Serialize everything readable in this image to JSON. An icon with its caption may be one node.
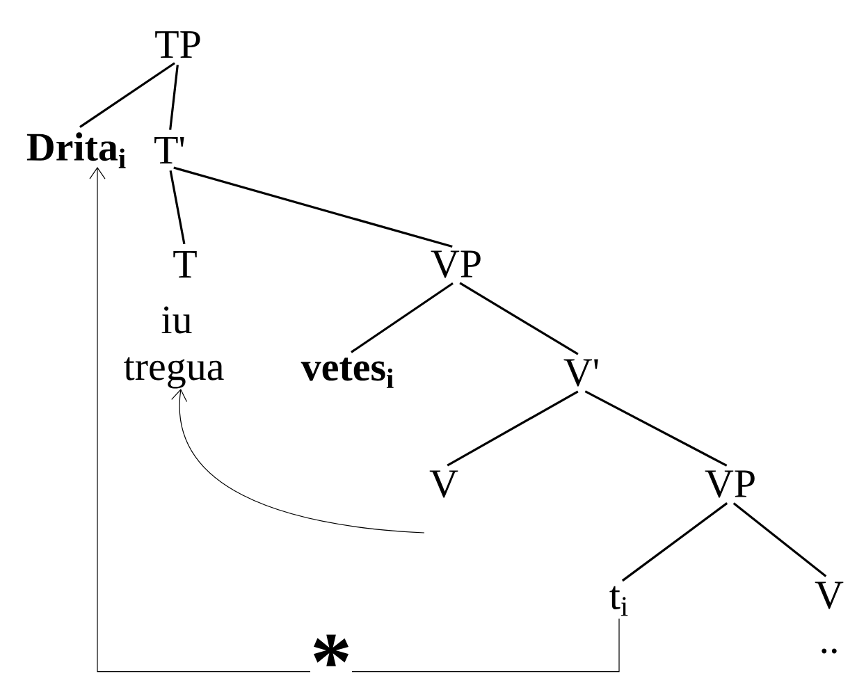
{
  "diagram": {
    "nodes": [
      {
        "text": [
          "TP"
        ]
      },
      {
        "text": [
          "Drita$_{i}$"
        ]
      },
      {
        "text": [
          "T'"
        ]
      },
      {
        "text": [
          "T"
        ]
      },
      {
        "text": [
          "iu"
        ]
      },
      {
        "text": [
          "tregua"
        ]
      },
      {
        "text": [
          "VP"
        ]
      },
      {
        "text": [
          "vetes$_{i}$"
        ]
      },
      {
        "text": [
          "V'"
        ]
      },
      {
        "text": [
          "V"
        ]
      },
      {
        "text": [
          "VP"
        ]
      },
      {
        "text": [
          "t$_{i}$"
        ]
      },
      {
        "text": [
          "V"
        ],
        "beside": [
          ".."
        ]
      }
    ],
    "edges": [
      {
        "from": 0,
        "to": 1,
        "arrow": "none"
      },
      {
        "from": 0,
        "to": 2,
        "arrow": "none"
      },
      {
        "from": 2,
        "to": 3,
        "arrow": "none"
      },
      {
        "from": 2,
        "to": 6,
        "arrow": "none"
      },
      {
        "from": 6,
        "to": 7,
        "arrow": "none"
      },
      {
        "from": 6,
        "to": 8,
        "arrow": "none"
      },
      {
        "from": 8,
        "to": 9,
        "arrow": "none"
      },
      {
        "from": 8,
        "to": 10,
        "arrow": "none"
      },
      {
        "from": 10,
        "to": 11,
        "arrow": "none"
      },
      {
        "from": 10,
        "to": 12,
        "arrow": "none"
      },
      {
        "from": 11,
        "to": 1,
        "arrow": "to",
        "label": "*"
      },
      {
        "from": null,
        "to": 5,
        "arrow": "to"
      }
    ]
  }
}
